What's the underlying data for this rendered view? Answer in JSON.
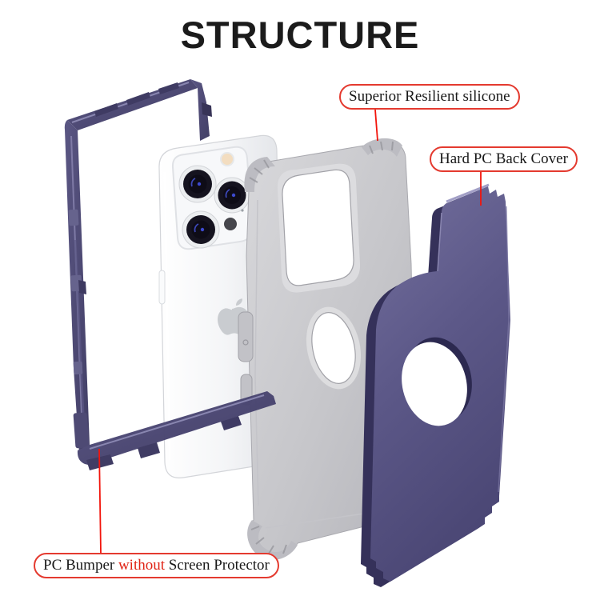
{
  "title": "STRUCTURE",
  "callouts": {
    "silicone": {
      "label": "Superior Resilient silicone"
    },
    "back_cover": {
      "label": "Hard PC Back Cover"
    },
    "bumper": {
      "prefix": "PC Bumper ",
      "highlight": "without",
      "suffix": " Screen Protector"
    }
  },
  "colors": {
    "accent_red_border": "#e43a2f",
    "callout_line_red": "#f2150c",
    "back_cover_navy": "#5c5888",
    "bumper_indigo": "#46426b",
    "silicone_gray": "#c9c9cd",
    "phone_white": "#f6f7f9",
    "title_black": "#1b1b1b"
  }
}
